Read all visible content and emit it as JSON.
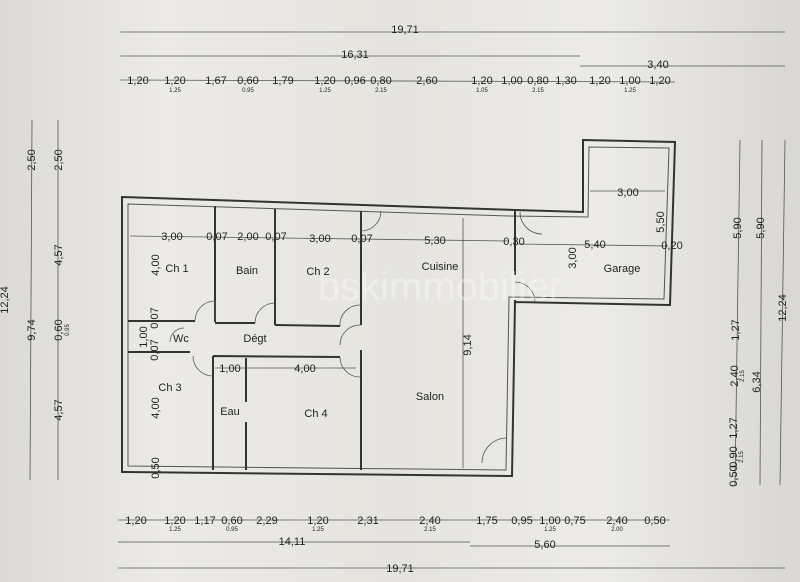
{
  "watermark": "bskimmobilier",
  "overall": {
    "width_top": "19,71",
    "width_bottom": "19,71",
    "height_left": "12,24",
    "height_right": "12,24"
  },
  "top": {
    "house_width": "16,31",
    "garage_width": "3,40",
    "segments": [
      {
        "v": "1,20"
      },
      {
        "v": "1,20",
        "sub": "1.25"
      },
      {
        "v": "1,67"
      },
      {
        "v": "0,60",
        "sub": "0.95"
      },
      {
        "v": "1,79"
      },
      {
        "v": "1,20",
        "sub": "1.25"
      },
      {
        "v": "0,96"
      },
      {
        "v": "0,80",
        "sub": "2.15"
      },
      {
        "v": "2,60"
      },
      {
        "v": "1,20",
        "sub": "1.05"
      },
      {
        "v": "1,00"
      },
      {
        "v": "0,80",
        "sub": "2.15"
      },
      {
        "v": "1,30"
      },
      {
        "v": "1,20"
      },
      {
        "v": "1,00",
        "sub": "1.25"
      },
      {
        "v": "1,20"
      }
    ]
  },
  "bottom": {
    "house_width": "14,11",
    "right_width": "5,60",
    "segments": [
      {
        "v": "1,20"
      },
      {
        "v": "1,20",
        "sub": "1.25"
      },
      {
        "v": "1,17"
      },
      {
        "v": "0,60",
        "sub": "0.95"
      },
      {
        "v": "2,29"
      },
      {
        "v": "1,20",
        "sub": "1.25"
      },
      {
        "v": "2,31"
      },
      {
        "v": "2,40",
        "sub": "2.15"
      },
      {
        "v": "1,75"
      },
      {
        "v": "0,95"
      },
      {
        "v": "1,00",
        "sub": "1.25"
      },
      {
        "v": "0,75"
      },
      {
        "v": "2,40",
        "sub": "2.00"
      },
      {
        "v": "0,50"
      }
    ]
  },
  "left": {
    "outer": [
      "2,50",
      "9,74"
    ],
    "inner": [
      "2,50",
      "4,57",
      {
        "v": "0,60",
        "sub": "0.95"
      },
      "4,57"
    ]
  },
  "right": {
    "inner": [
      "5,90",
      "1,27",
      {
        "v": "2,40",
        "sub": "2.15"
      },
      "1,27",
      {
        "v": "0,90",
        "sub": "2.15"
      },
      "0,50"
    ],
    "middle": [
      "5,90",
      "6,34"
    ]
  },
  "rooms": {
    "ch1": "Ch 1",
    "bain": "Bain",
    "ch2": "Ch 2",
    "cuisine": "Cuisine",
    "wc": "Wc",
    "degt": "Dégt",
    "ch3": "Ch 3",
    "eau": "Eau",
    "ch4": "Ch 4",
    "salon": "Salon",
    "garage": "Garage"
  },
  "interior_dims": {
    "ch1_w": "3,00",
    "wall1": "0,07",
    "bain_w": "2,00",
    "wall2": "0,07",
    "ch2_w": "3,00",
    "wall3": "0,07",
    "cuisine_w": "5,30",
    "wall4": "0,30",
    "ch1_d": "4,00",
    "wc_d": "1,00",
    "wc_wall_a": "0,07",
    "wc_wall_b": "0,07",
    "eau_w": "1,00",
    "ch4_w": "4,00",
    "ch3_d": "4,00",
    "bottom_wall": "0,50",
    "salon_d": "9,14",
    "garage_top_w": "3,00",
    "garage_top_d": "5,50",
    "garage_w": "5,40",
    "garage_wall": "0,20",
    "garage_d": "3,00"
  }
}
